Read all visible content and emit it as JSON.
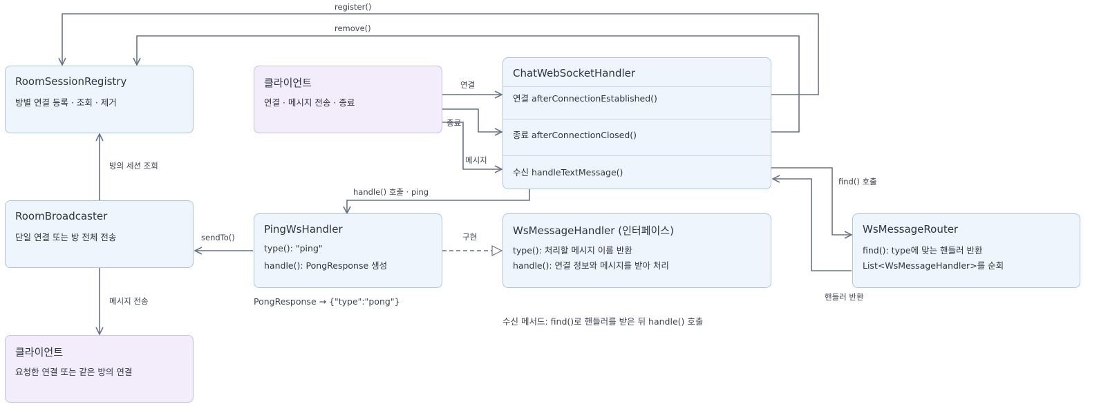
{
  "nodes": {
    "registry": {
      "title": "RoomSessionRegistry",
      "desc": "방별 연결 등록 · 조회 · 제거"
    },
    "client_top": {
      "title": "클라이언트",
      "desc": "연결 · 메시지 전송 · 종료"
    },
    "chat_handler": {
      "title": "ChatWebSocketHandler",
      "sections": [
        "연결 afterConnectionEstablished()",
        "종료 afterConnectionClosed()",
        "수신 handleTextMessage()"
      ]
    },
    "broadcaster": {
      "title": "RoomBroadcaster",
      "desc": "단일 연결 또는 방 전체 전송"
    },
    "ping": {
      "title": "PingWsHandler",
      "lines": [
        "type(): \"ping\"",
        "handle(): PongResponse 생성"
      ]
    },
    "interface": {
      "title": "WsMessageHandler (인터페이스)",
      "lines": [
        "type(): 처리할 메시지 이름 반환",
        "handle(): 연결 정보와 메시지를 받아 처리"
      ]
    },
    "router": {
      "title": "WsMessageRouter",
      "lines": [
        "find(): type에 맞는 핸들러 반환",
        "List<WsMessageHandler>를 순회"
      ]
    },
    "client_bottom": {
      "title": "클라이언트",
      "desc": "요청한 연결 또는 같은 방의 연결"
    }
  },
  "edge_labels": {
    "register": "register()",
    "remove": "remove()",
    "connect": "연결",
    "close": "종료",
    "message": "메시지",
    "session_lookup": "방의 세션 조회",
    "handle_ping": "handle() 호출 · ping",
    "find_call": "find() 호출",
    "send_to": "sendTo()",
    "implements": "구현",
    "message_send": "메시지 전송",
    "handler_return": "핸들러 반환"
  },
  "notes": {
    "pong": "PongResponse → {\"type\":\"pong\"}",
    "receive_method": "수신 메서드: find()로 핸들러를 받은 뒤 handle() 호출"
  },
  "colors": {
    "edge": "#67728a",
    "node_fill": "#eef5fd",
    "node_border": "#aec4e4",
    "client_fill": "#f2ecfb",
    "client_border": "#c9bde4"
  }
}
